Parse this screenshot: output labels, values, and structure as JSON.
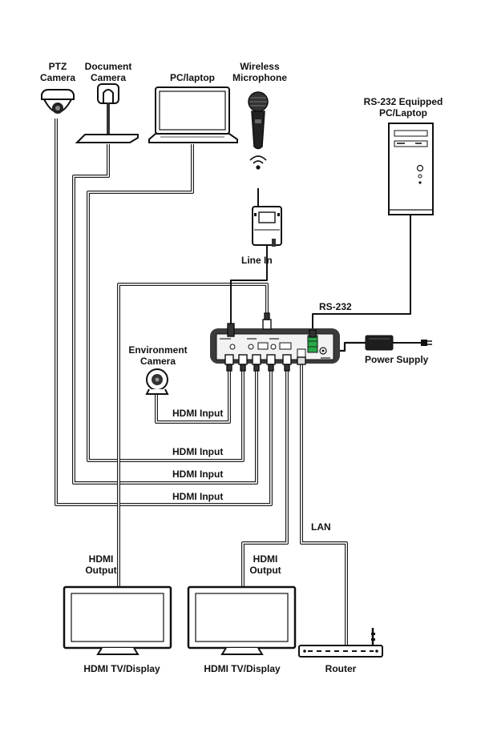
{
  "labels": {
    "ptz_camera": [
      "PTZ",
      "Camera"
    ],
    "document_camera": [
      "Document",
      "Camera"
    ],
    "pc_laptop": "PC/laptop",
    "wireless_microphone": [
      "Wireless",
      "Microphone"
    ],
    "rs232_pc": [
      "RS-232 Equipped",
      "PC/Laptop"
    ],
    "line_in": "Line In",
    "rs232": "RS-232",
    "environment_camera": [
      "Environment",
      "Camera"
    ],
    "power_supply": "Power Supply",
    "hdmi_input": "HDMI Input",
    "lan": "LAN",
    "hdmi_output": [
      "HDMI",
      "Output"
    ],
    "hdmi_tv_display": "HDMI TV/Display",
    "router": "Router"
  },
  "colors": {
    "cable_outer": "#1a1a1a",
    "cable_inner": "#d9d9d9",
    "device_body": "#3a3a3a",
    "terminal_green": "#2aa84a",
    "line": "#111111"
  }
}
